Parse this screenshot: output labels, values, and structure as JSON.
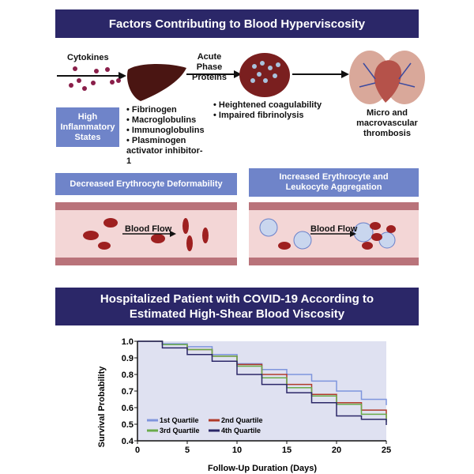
{
  "title": "Factors Contributing to Blood Hyperviscosity",
  "pathway": {
    "cytokines": "Cytokines",
    "acute_phase": "Acute Phase Proteins",
    "high_inflammatory": "High Inflammatory States",
    "liver_products": [
      "Fibrinogen",
      "Macroglobulins",
      "Immunoglobulins",
      "Plasminogen activator inhibitor-1"
    ],
    "clot_effects": [
      "Heightened coagulability",
      "Impaired fibrinolysis"
    ],
    "outcome": "Micro and macrovascular thrombosis"
  },
  "vessels": {
    "left_title": "Decreased Erythrocyte Deformability",
    "right_title": "Increased Erythrocyte and Leukocyte Aggregation",
    "flow_label": "Blood Flow"
  },
  "section2_title": "Hospitalized Patient with COVID-19 According to Estimated High-Shear Blood Viscosity",
  "chart_data": {
    "type": "line",
    "xlabel": "Follow-Up Duration (Days)",
    "ylabel": "Survival Probability",
    "xlim": [
      0,
      25
    ],
    "ylim": [
      0.4,
      1.0
    ],
    "xticks": [
      "0",
      "5",
      "10",
      "15",
      "20",
      "25"
    ],
    "yticks": [
      "0.4",
      "0.5",
      "0.6",
      "0.7",
      "0.8",
      "0.9",
      "1.0"
    ],
    "legend_position": "bottom-left",
    "x": [
      0,
      2.5,
      5,
      7.5,
      10,
      12.5,
      15,
      17.5,
      20,
      22.5,
      25
    ],
    "series": [
      {
        "name": "1st Quartile",
        "color": "#7f95dd",
        "values": [
          1,
          0.985,
          0.967,
          0.92,
          0.865,
          0.83,
          0.8,
          0.76,
          0.7,
          0.65,
          0.615
        ]
      },
      {
        "name": "2nd Quartile",
        "color": "#b03a2a",
        "values": [
          1,
          0.98,
          0.95,
          0.91,
          0.86,
          0.8,
          0.74,
          0.68,
          0.63,
          0.585,
          0.535
        ]
      },
      {
        "name": "3rd Quartile",
        "color": "#6aab4a",
        "values": [
          1,
          0.98,
          0.95,
          0.91,
          0.85,
          0.78,
          0.72,
          0.67,
          0.62,
          0.56,
          0.515
        ]
      },
      {
        "name": "4th Quartile",
        "color": "#2b2768",
        "values": [
          1,
          0.96,
          0.92,
          0.88,
          0.8,
          0.74,
          0.69,
          0.63,
          0.55,
          0.53,
          0.495
        ]
      }
    ]
  }
}
